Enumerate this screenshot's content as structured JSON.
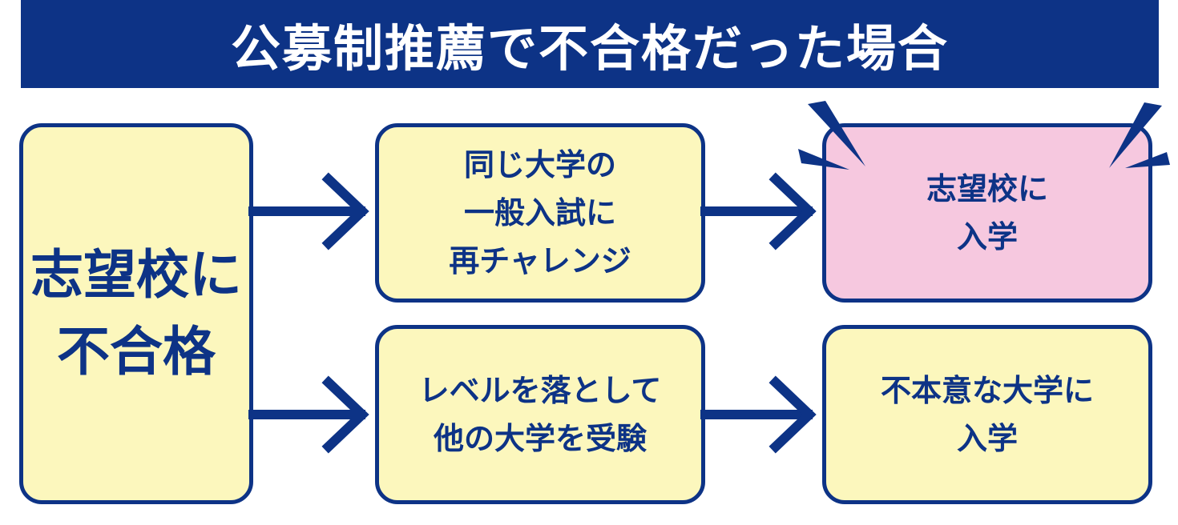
{
  "title": "公募制推薦で不合格だった場合",
  "nodes": {
    "start": [
      "志望校に",
      "不合格"
    ],
    "retry": [
      "同じ大学の",
      "一般入試に",
      "再チャレンジ"
    ],
    "admit": [
      "志望校に",
      "入学"
    ],
    "lower": [
      "レベルを落として",
      "他の大学を受験"
    ],
    "unwanted": [
      "不本意な大学に",
      "入学"
    ]
  },
  "colors": {
    "navy": "#0d3386",
    "yellow": "#fcf7bd",
    "pink": "#f6c8df"
  }
}
